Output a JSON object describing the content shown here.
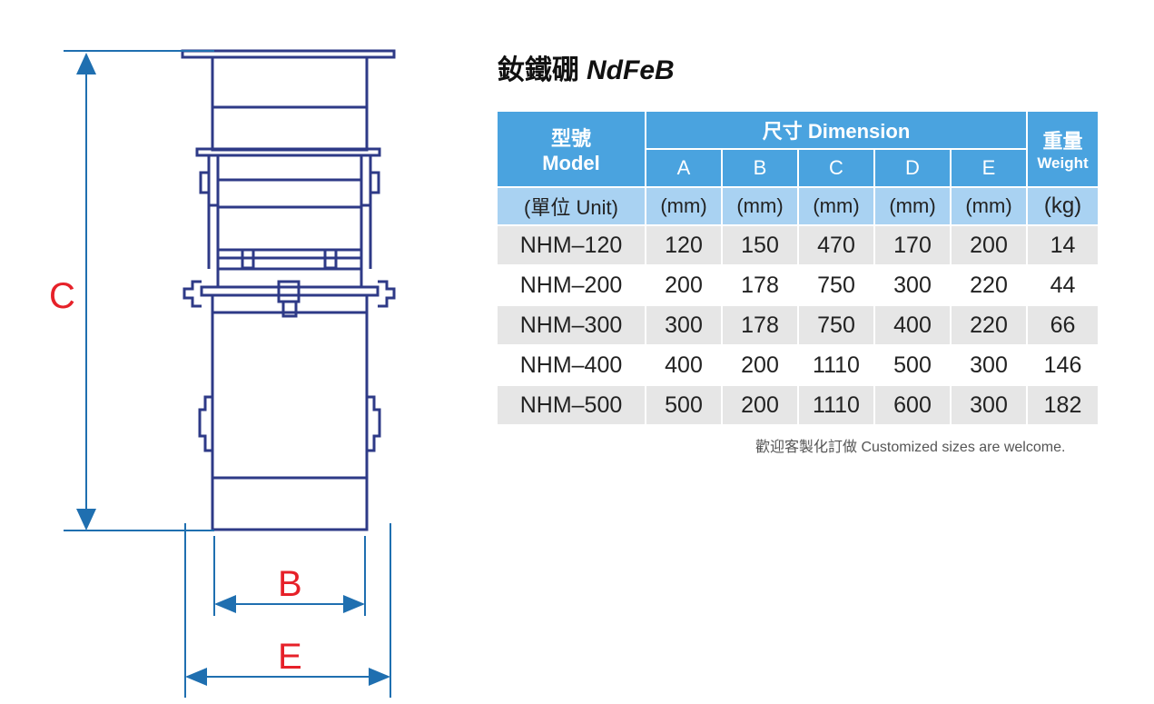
{
  "title": {
    "cn": "釹鐵硼",
    "en": "NdFeB"
  },
  "dimension_labels": {
    "c": "C",
    "b": "B",
    "e": "E"
  },
  "table": {
    "model_header": {
      "cn": "型號",
      "en": "Model"
    },
    "dimension_header": "尺寸 Dimension",
    "weight_header": {
      "cn": "重量",
      "en": "Weight"
    },
    "columns": [
      "A",
      "B",
      "C",
      "D",
      "E"
    ],
    "unit_row": [
      "(單位 Unit)",
      "(mm)",
      "(mm)",
      "(mm)",
      "(mm)",
      "(mm)",
      "(kg)"
    ],
    "rows": [
      [
        "NHM–120",
        "120",
        "150",
        "470",
        "170",
        "200",
        "14"
      ],
      [
        "NHM–200",
        "200",
        "178",
        "750",
        "300",
        "220",
        "44"
      ],
      [
        "NHM–300",
        "300",
        "178",
        "750",
        "400",
        "220",
        "66"
      ],
      [
        "NHM–400",
        "400",
        "200",
        "1110",
        "500",
        "300",
        "146"
      ],
      [
        "NHM–500",
        "500",
        "200",
        "1110",
        "600",
        "300",
        "182"
      ]
    ]
  },
  "note": "歡迎客製化訂做 Customized sizes are welcome.",
  "colors": {
    "outline": "#2e3a87",
    "dimension_line": "#1f6fb0",
    "label": "#e62129",
    "header": "#4aa3df",
    "unit_row": "#a9d2f2"
  }
}
